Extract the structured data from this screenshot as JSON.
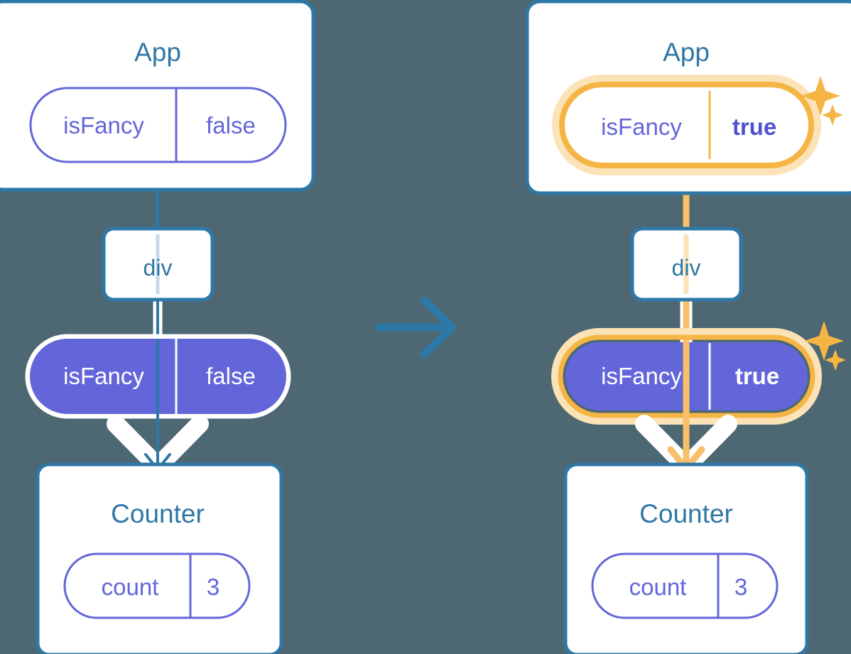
{
  "colors": {
    "background": "#4d6873",
    "box_border": "#2e78a8",
    "box_fill": "#ffffff",
    "title_text": "#2f77a5",
    "pill_stroke": "#6366d9",
    "pill_fill": "#6366d9",
    "pill_fill_text": "#ffffff",
    "highlight": "#f5b544",
    "highlight_glow": "#fbe3b7",
    "highlight_line": "#f8c06a",
    "arrow_white": "#ffffff",
    "transition_arrow": "#2e78a8"
  },
  "panels": [
    {
      "id": "before",
      "app": {
        "title": "App",
        "state_pill": {
          "key": "isFancy",
          "value": "false",
          "style": "outline",
          "highlighted": false,
          "value_bold": false
        }
      },
      "div": {
        "label": "div"
      },
      "prop_pill": {
        "key": "isFancy",
        "value": "false",
        "style": "filled",
        "highlighted": false,
        "value_bold": false
      },
      "counter": {
        "title": "Counter",
        "state_pill": {
          "key": "count",
          "value": "3",
          "style": "outline",
          "highlighted": false,
          "value_bold": false
        }
      },
      "sparkles": false,
      "flow_color": "#2e78a8"
    },
    {
      "id": "after",
      "app": {
        "title": "App",
        "state_pill": {
          "key": "isFancy",
          "value": "true",
          "style": "outline",
          "highlighted": true,
          "value_bold": true
        }
      },
      "div": {
        "label": "div"
      },
      "prop_pill": {
        "key": "isFancy",
        "value": "true",
        "style": "filled",
        "highlighted": true,
        "value_bold": true
      },
      "counter": {
        "title": "Counter",
        "state_pill": {
          "key": "count",
          "value": "3",
          "style": "outline",
          "highlighted": false,
          "value_bold": false
        }
      },
      "sparkles": true,
      "flow_color": "#f5b544"
    }
  ],
  "transition": {
    "icon": "arrow-right-icon"
  },
  "sparkle_icon": "sparkle-icon"
}
